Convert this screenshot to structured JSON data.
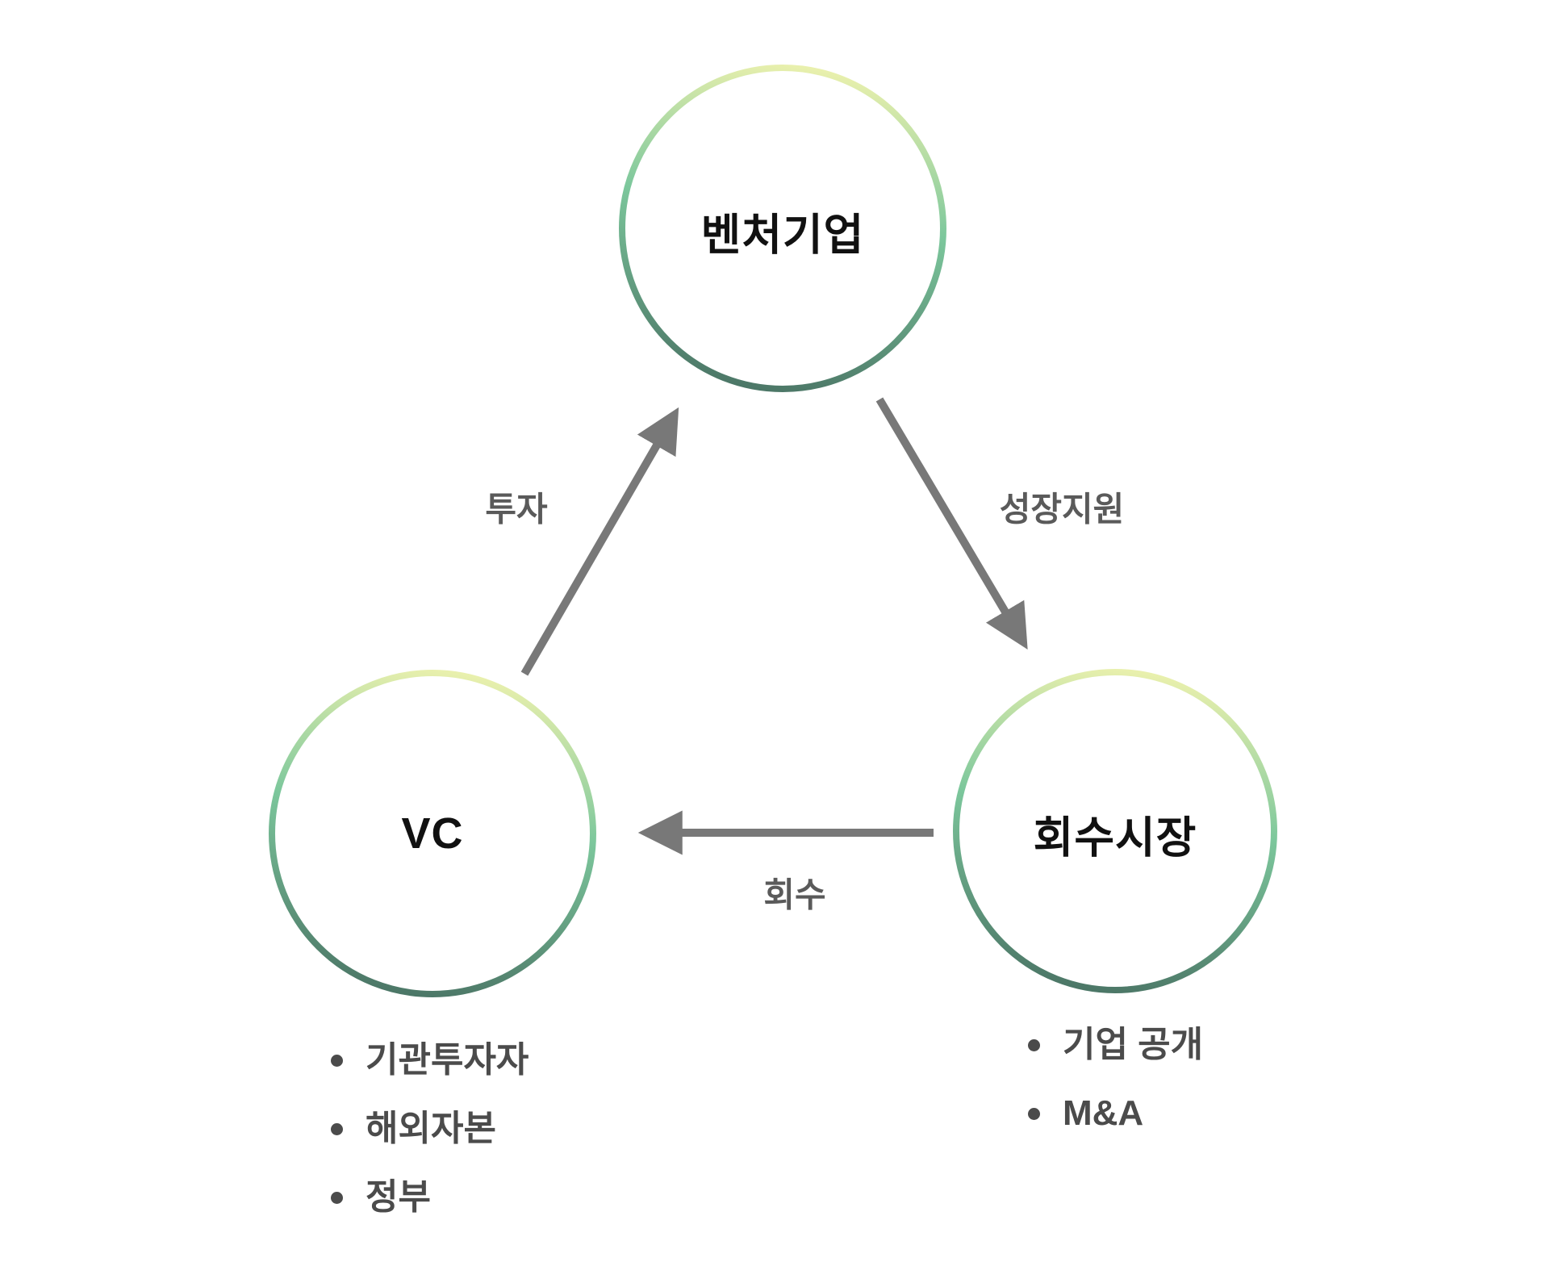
{
  "nodes": {
    "venture": {
      "label": "벤처기업"
    },
    "vc": {
      "label": "VC"
    },
    "exit_market": {
      "label": "회수시장"
    }
  },
  "edges": {
    "investment": {
      "label": "투자"
    },
    "growth_support": {
      "label": "성장지원"
    },
    "recovery": {
      "label": "회수"
    }
  },
  "vc_sources": {
    "items": [
      "기관투자자",
      "해외자본",
      "정부"
    ]
  },
  "exit_methods": {
    "items": [
      "기업 공개",
      "M&A"
    ]
  },
  "colors": {
    "background": "#ffffff",
    "ring_top": "#e9f0ad",
    "ring_mid": "#7cc79c",
    "ring_bottom": "#4c7767",
    "arrow": "#787878",
    "edge_label": "#5a5a5a",
    "node_label": "#111111",
    "bullet_text": "#4b4b4b"
  }
}
